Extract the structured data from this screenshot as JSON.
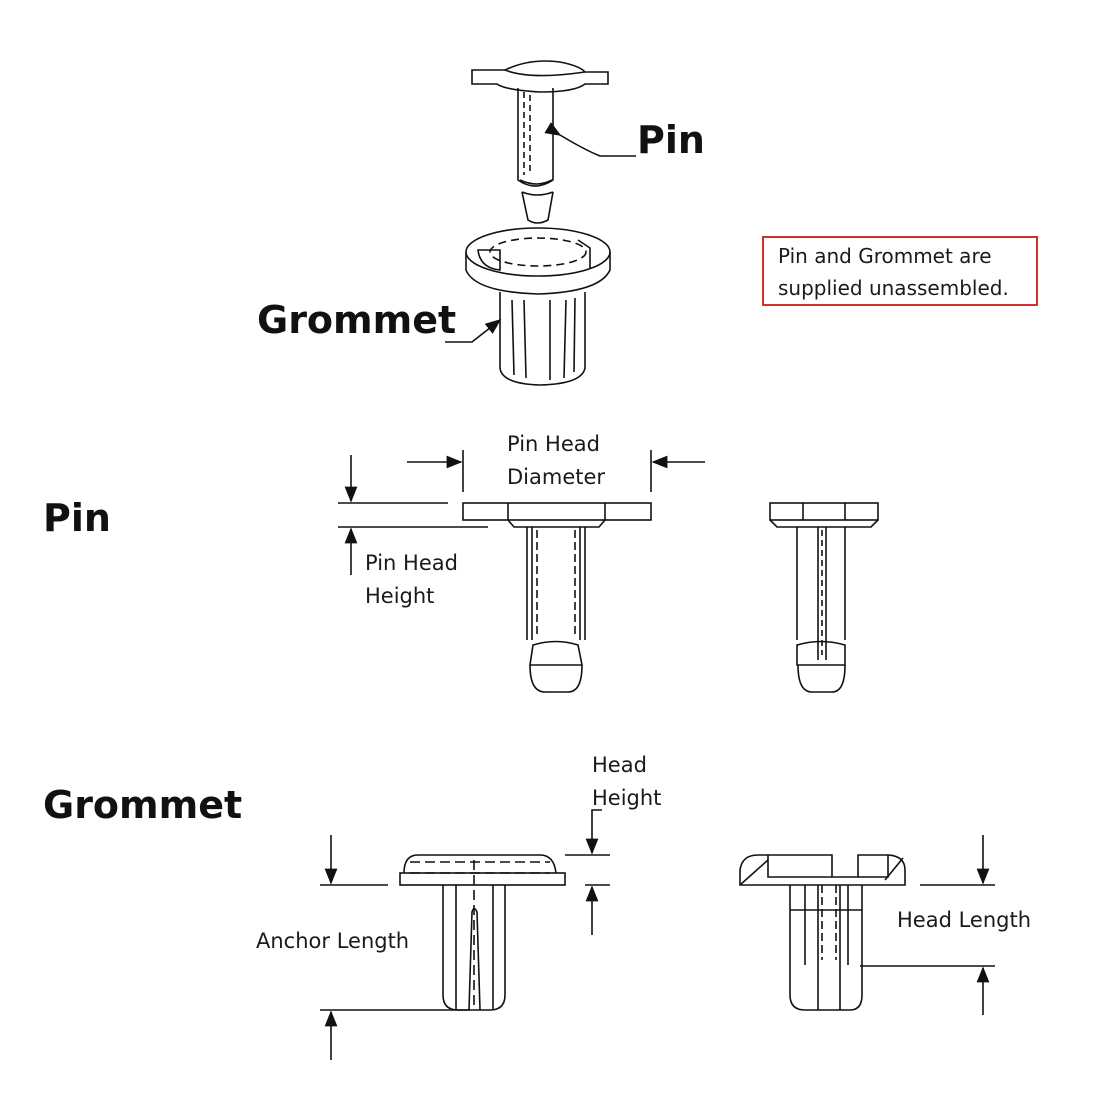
{
  "callouts": {
    "pin": "Pin",
    "grommet": "Grommet"
  },
  "note": {
    "line1": "Pin and Grommet are",
    "line2": "supplied unassembled.",
    "border_color": "#d32f2f"
  },
  "sections": {
    "pin": "Pin",
    "grommet": "Grommet"
  },
  "dimensions": {
    "pin_head_diameter": [
      "Pin Head",
      "Diameter"
    ],
    "pin_head_height": [
      "Pin Head",
      "Height"
    ],
    "head_height": [
      "Head",
      "Height"
    ],
    "anchor_length": "Anchor Length",
    "head_length": "Head Length"
  }
}
